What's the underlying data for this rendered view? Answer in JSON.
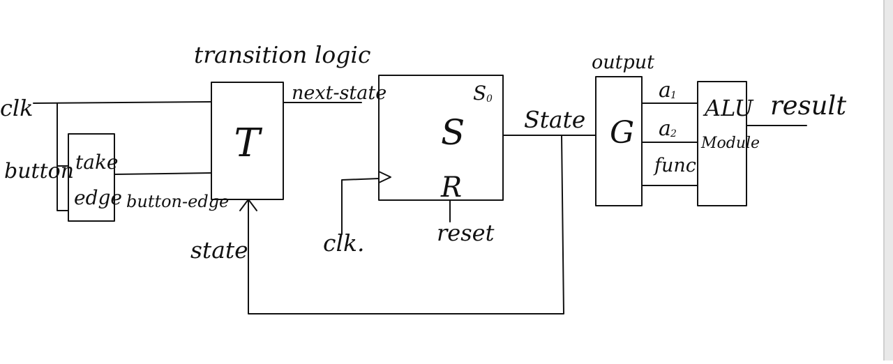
{
  "diagram": {
    "labels": {
      "transition_logic": "transition logic",
      "output": "output",
      "clk_in": "clk",
      "button_in": "button",
      "take": "take",
      "edge": "edge",
      "button_edge": "button-edge",
      "t_block": "T",
      "next_state": "next-state",
      "s_block": "S",
      "s0": "S",
      "s0_sub": "0",
      "r_port": "R",
      "reset": "reset",
      "clk_reg": "clk.",
      "state_feedback": "state",
      "state_out": "State",
      "g_block": "G",
      "a1": "a",
      "a1_sub": "1",
      "a2": "a",
      "a2_sub": "2",
      "func": "func",
      "alu": "ALU",
      "module": "Module",
      "result": "result"
    }
  }
}
